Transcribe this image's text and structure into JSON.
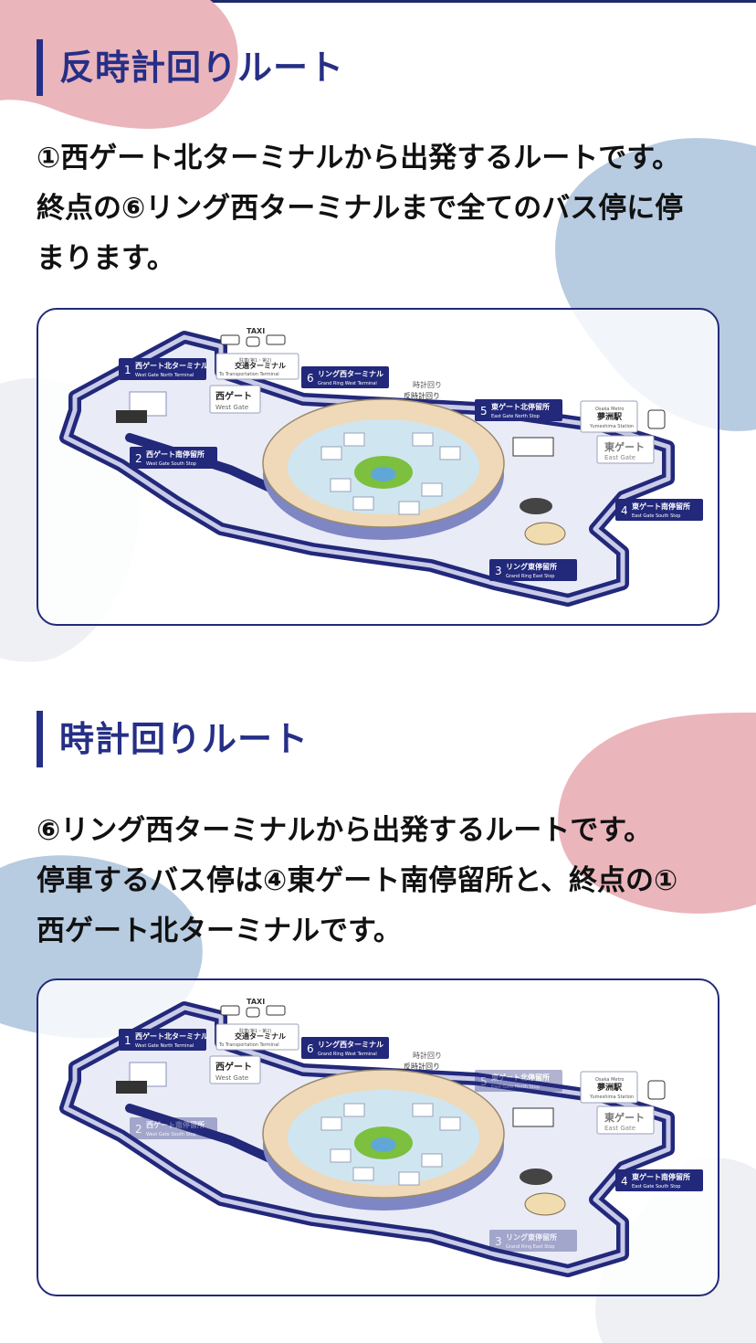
{
  "colors": {
    "navy": "#262f86",
    "pink_blob": "#ebb5bc",
    "blue_blob": "#b7cbe1",
    "route_dark": "#22287a",
    "route_light": "#c9cbe8"
  },
  "sections": [
    {
      "title": "反時計回りルート",
      "desc_lines": [
        "①西ゲート北ターミナルから出発するルートです。",
        "終点の⑥リング西ターミナルまで全てのバス停に停",
        "まります。"
      ],
      "map": {
        "direction_en": "時計回り",
        "direction_jp": "反時計回り",
        "stops": [
          {
            "num": "1",
            "jp": "西ゲート北ターミナル",
            "en": "West Gate North Terminal",
            "active": true
          },
          {
            "num": "2",
            "jp": "西ゲート南停留所",
            "en": "West Gate South Stop",
            "active": true
          },
          {
            "num": "3",
            "jp": "リング東停留所",
            "en": "Grand Ring East Stop",
            "active": true
          },
          {
            "num": "4",
            "jp": "東ゲート南停留所",
            "en": "East Gate South Stop",
            "active": true
          },
          {
            "num": "5",
            "jp": "東ゲート北停留所",
            "en": "East Gate North Stop",
            "active": true
          },
          {
            "num": "6",
            "jp": "リング西ターミナル",
            "en": "Grand Ring West Terminal",
            "active": true
          }
        ]
      }
    },
    {
      "title": "時計回りルート",
      "desc_lines": [
        "⑥リング西ターミナルから出発するルートです。",
        "停車するバス停は④東ゲート南停留所と、終点の①",
        "西ゲート北ターミナルです。"
      ],
      "map": {
        "direction_en": "時計回り",
        "direction_jp": "反時計回り",
        "stops": [
          {
            "num": "1",
            "jp": "西ゲート北ターミナル",
            "en": "West Gate North Terminal",
            "active": true
          },
          {
            "num": "2",
            "jp": "西ゲート南停留所",
            "en": "West Gate South Stop",
            "active": false
          },
          {
            "num": "3",
            "jp": "リング東停留所",
            "en": "Grand Ring East Stop",
            "active": false
          },
          {
            "num": "4",
            "jp": "東ゲート南停留所",
            "en": "East Gate South Stop",
            "active": true
          },
          {
            "num": "5",
            "jp": "東ゲート北停留所",
            "en": "East Gate North Stop",
            "active": false
          },
          {
            "num": "6",
            "jp": "リング西ターミナル",
            "en": "Grand Ring West Terminal",
            "active": true
          }
        ]
      }
    }
  ],
  "map_labels": {
    "taxi": "TAXI",
    "transport_terminal_jp": "交通ターミナル",
    "transport_terminal_sub": "駐車(第1・第2)",
    "transport_terminal_en": "To Transportation Terminal",
    "west_gate_jp": "西ゲート",
    "west_gate_en": "West Gate",
    "east_gate_jp": "東ゲート",
    "east_gate_en": "East Gate",
    "metro_en": "Osaka Metro",
    "yumeshima_jp": "夢洲駅",
    "yumeshima_en": "Yumeshima Station"
  }
}
